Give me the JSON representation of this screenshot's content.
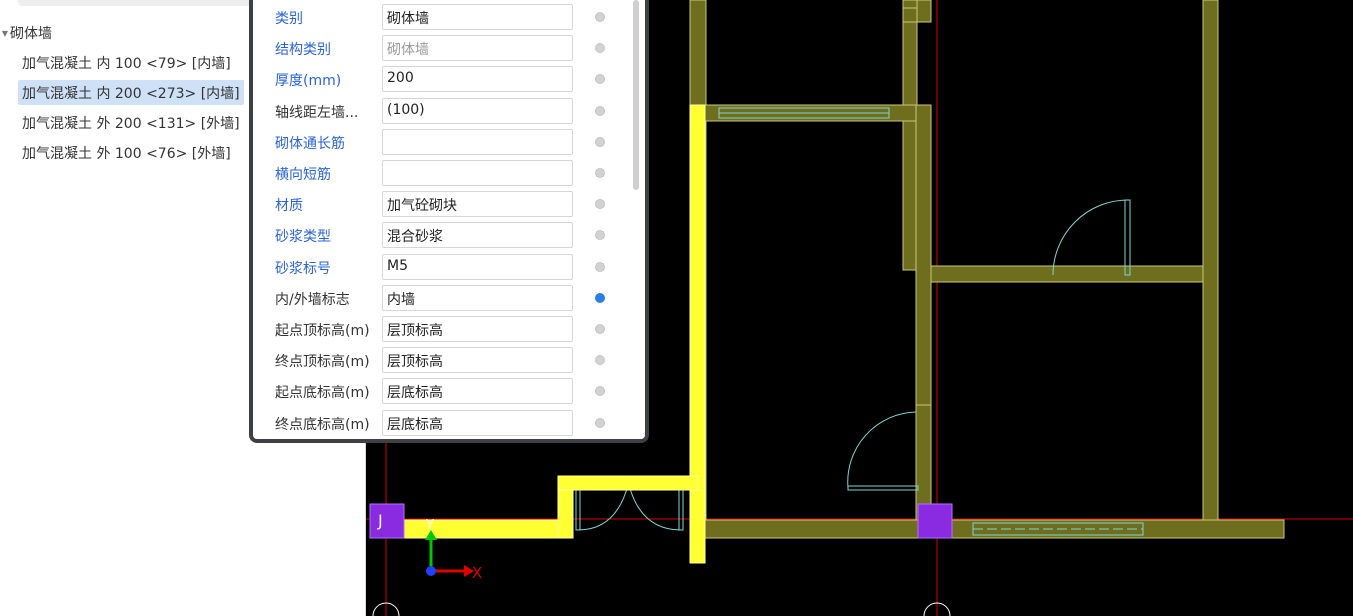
{
  "tree": {
    "root_label": "砌体墙",
    "items": [
      "加气混凝土 内 100 <79> [内墙]",
      "加气混凝土 内 200 <273> [内墙]",
      "加气混凝土 外 200 <131> [外墙]",
      "加气混凝土 外 100 <76> [外墙]"
    ],
    "selected_index": 1
  },
  "properties": [
    {
      "label": "类别",
      "value": "砌体墙",
      "label_color": "blue",
      "value_state": "normal",
      "dot": "off"
    },
    {
      "label": "结构类别",
      "value": "砌体墙",
      "label_color": "blue",
      "value_state": "disabled",
      "dot": "off"
    },
    {
      "label": "厚度(mm)",
      "value": "200",
      "label_color": "blue",
      "value_state": "normal",
      "dot": "off"
    },
    {
      "label": "轴线距左墙...",
      "value": "(100)",
      "label_color": "dark",
      "value_state": "normal",
      "dot": "off"
    },
    {
      "label": "砌体通长筋",
      "value": "",
      "label_color": "blue",
      "value_state": "normal",
      "dot": "off"
    },
    {
      "label": "横向短筋",
      "value": "",
      "label_color": "blue",
      "value_state": "normal",
      "dot": "off"
    },
    {
      "label": "材质",
      "value": "加气砼砌块",
      "label_color": "blue",
      "value_state": "normal",
      "dot": "off"
    },
    {
      "label": "砂浆类型",
      "value": "混合砂浆",
      "label_color": "blue",
      "value_state": "normal",
      "dot": "off"
    },
    {
      "label": "砂浆标号",
      "value": "M5",
      "label_color": "blue",
      "value_state": "normal",
      "dot": "off"
    },
    {
      "label": "内/外墙标志",
      "value": "内墙",
      "label_color": "dark",
      "value_state": "normal",
      "dot": "on"
    },
    {
      "label": "起点顶标高(m)",
      "value": "层顶标高",
      "label_color": "dark",
      "value_state": "normal",
      "dot": "off"
    },
    {
      "label": "终点顶标高(m)",
      "value": "层顶标高",
      "label_color": "dark",
      "value_state": "normal",
      "dot": "off"
    },
    {
      "label": "起点底标高(m)",
      "value": "层底标高",
      "label_color": "dark",
      "value_state": "normal",
      "dot": "off"
    },
    {
      "label": "终点底标高(m)",
      "value": "层底标高",
      "label_color": "dark",
      "value_state": "normal",
      "dot": "off"
    }
  ],
  "canvas": {
    "background": "#000000",
    "wall_color": "#6e6e1e",
    "selected_wall_color": "#ffff33",
    "axis_color": "#d40000",
    "column_color": "#8a2be2",
    "opening_color": "#7fd6d6",
    "column_label": "J",
    "ucs": {
      "x_label": "X",
      "y_label": "Y"
    }
  }
}
